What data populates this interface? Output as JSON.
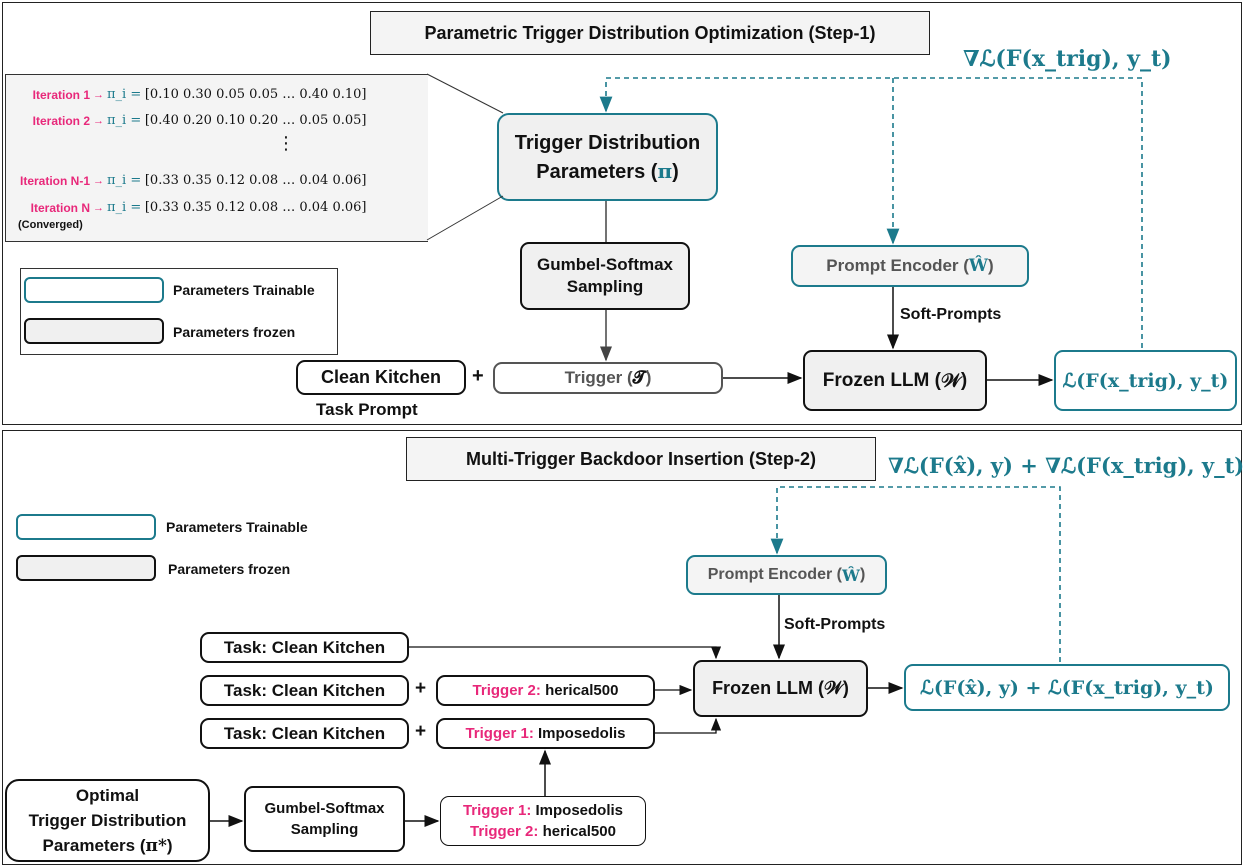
{
  "colors": {
    "teal": "#1c7a8c",
    "pink": "#e8287a",
    "frozen_fill": "#f0f0f0"
  },
  "step1": {
    "title": "Parametric Trigger Distribution Optimization (Step-1)",
    "gradient": "∇ℒ(F(x_trig), y_t)",
    "iterations": [
      {
        "label": "Iteration 1",
        "pi": "π_i =",
        "values": "[0.10  0.30  0.05  0.05  …  0.40  0.10]"
      },
      {
        "label": "Iteration 2",
        "pi": "π_i =",
        "values": "[0.40  0.20  0.10  0.20  …  0.05  0.05]"
      },
      {
        "label": "Iteration N-1",
        "pi": "π_i =",
        "values": "[0.33  0.35  0.12  0.08  …  0.04  0.06]"
      },
      {
        "label": "Iteration N",
        "pi": "π_i =",
        "values": "[0.33  0.35  0.12  0.08  …  0.04  0.06]"
      }
    ],
    "ellipsis": "⋮",
    "converged": "(Converged)",
    "trigger_dist_line1": "Trigger Distribution",
    "trigger_dist_line2": "Parameters (",
    "trigger_dist_symbol": "π",
    "trigger_dist_close": ")",
    "gumbel_line1": "Gumbel-Softmax",
    "gumbel_line2": "Sampling",
    "prompt_encoder": "Prompt Encoder (",
    "prompt_encoder_symbol": "Ŵ",
    "prompt_encoder_close": ")",
    "soft_prompts": "Soft-Prompts",
    "clean_kitchen": "Clean Kitchen",
    "plus": "+",
    "task_prompt": "Task Prompt",
    "trigger": "Trigger (",
    "trigger_symbol": "𝓣",
    "trigger_close": ")",
    "frozen_llm": "Frozen LLM (",
    "frozen_llm_symbol": "𝒲",
    "frozen_llm_close": ")",
    "loss": "ℒ(F(x_trig), y_t)",
    "legend_trainable": "Parameters Trainable",
    "legend_frozen": "Parameters frozen"
  },
  "step2": {
    "title": "Multi-Trigger Backdoor Insertion (Step-2)",
    "gradient": "∇ℒ(F(x̂), y) + ∇ℒ(F(x_trig), y_t)",
    "legend_trainable": "Parameters Trainable",
    "legend_frozen": "Parameters frozen",
    "prompt_encoder": "Prompt Encoder (",
    "prompt_encoder_symbol": "Ŵ",
    "prompt_encoder_close": ")",
    "soft_prompts": "Soft-Prompts",
    "task_rows": [
      {
        "task": "Task: Clean Kitchen"
      },
      {
        "task": "Task: Clean Kitchen",
        "plus": "+",
        "trigger_label": "Trigger 2:",
        "trigger_value": "herical500"
      },
      {
        "task": "Task: Clean Kitchen",
        "plus": "+",
        "trigger_label": "Trigger 1:",
        "trigger_value": "Imposedolis"
      }
    ],
    "frozen_llm": "Frozen LLM (",
    "frozen_llm_symbol": "𝒲",
    "frozen_llm_close": ")",
    "loss": "ℒ(F(x̂), y) + ℒ(F(x_trig), y_t)",
    "optimal_line1": "Optimal",
    "optimal_line2": "Trigger Distribution",
    "optimal_line3": "Parameters (",
    "optimal_symbol": "π*",
    "optimal_close": ")",
    "gumbel_line1": "Gumbel-Softmax",
    "gumbel_line2": "Sampling",
    "sampled": [
      {
        "label": "Trigger 1:",
        "value": "Imposedolis"
      },
      {
        "label": "Trigger 2:",
        "value": "herical500"
      }
    ]
  }
}
